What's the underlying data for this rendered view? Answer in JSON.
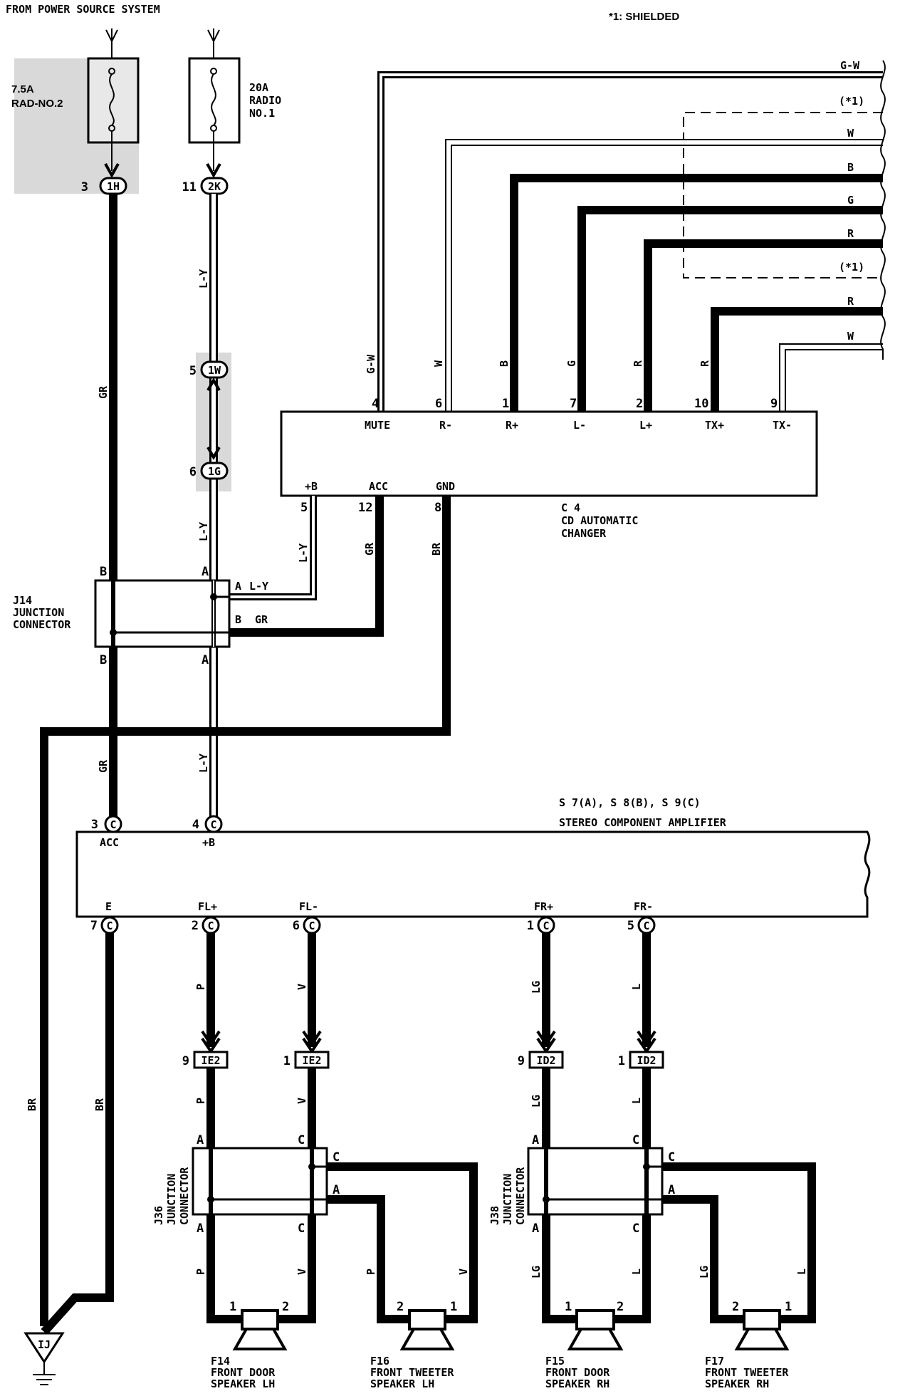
{
  "header": {
    "source": "FROM POWER SOURCE SYSTEM",
    "shielded_note": "*1: SHIELDED"
  },
  "fuses": {
    "rad2": {
      "rating": "7.5A",
      "name": "RAD-NO.2"
    },
    "radio1": {
      "rating": "20A",
      "name_line1": "RADIO",
      "name_line2": "NO.1"
    }
  },
  "connectors": {
    "1h": {
      "pin": "3",
      "id": "1H"
    },
    "2k": {
      "pin": "11",
      "id": "2K"
    },
    "1w": {
      "pin": "5",
      "id": "1W"
    },
    "1g": {
      "pin": "6",
      "id": "1G"
    }
  },
  "wires": {
    "gr": "GR",
    "ly": "L-Y",
    "br": "BR",
    "gw": "G-W",
    "w": "W",
    "b": "B",
    "g": "G",
    "r": "R",
    "p": "P",
    "v": "V",
    "lg": "LG",
    "l": "L",
    "shield": "(*1)"
  },
  "cd_changer": {
    "id": "C 4",
    "name_line1": "CD AUTOMATIC",
    "name_line2": "CHANGER",
    "top_pins": [
      {
        "num": "4",
        "name": "MUTE"
      },
      {
        "num": "6",
        "name": "R-"
      },
      {
        "num": "1",
        "name": "R+"
      },
      {
        "num": "7",
        "name": "L-"
      },
      {
        "num": "2",
        "name": "L+"
      },
      {
        "num": "10",
        "name": "TX+"
      },
      {
        "num": "9",
        "name": "TX-"
      }
    ],
    "bottom_pins": [
      {
        "num": "5",
        "name": "+B"
      },
      {
        "num": "12",
        "name": "ACC"
      },
      {
        "num": "8",
        "name": "GND"
      }
    ]
  },
  "j14": {
    "id": "J14",
    "name_line1": "JUNCTION",
    "name_line2": "CONNECTOR",
    "pin_a": "A",
    "pin_b": "B"
  },
  "amplifier": {
    "connectors": "S 7(A), S 8(B), S 9(C)",
    "name": "STEREO COMPONENT AMPLIFIER",
    "conn_letter": "C",
    "top_pins": [
      {
        "num": "3",
        "name": "ACC"
      },
      {
        "num": "4",
        "name": "+B"
      }
    ],
    "bottom_pins": [
      {
        "num": "7",
        "name": "E"
      },
      {
        "num": "2",
        "name": "FL+"
      },
      {
        "num": "6",
        "name": "FL-"
      },
      {
        "num": "1",
        "name": "FR+"
      },
      {
        "num": "5",
        "name": "FR-"
      }
    ]
  },
  "inline_connectors": [
    {
      "pin": "9",
      "id": "IE2"
    },
    {
      "pin": "1",
      "id": "IE2"
    },
    {
      "pin": "9",
      "id": "ID2"
    },
    {
      "pin": "1",
      "id": "ID2"
    }
  ],
  "j36": {
    "id": "J36",
    "name_line1": "JUNCTION",
    "name_line2": "CONNECTOR",
    "pin_a": "A",
    "pin_c": "C"
  },
  "j38": {
    "id": "J38",
    "name_line1": "JUNCTION",
    "name_line2": "CONNECTOR",
    "pin_a": "A",
    "pin_c": "C"
  },
  "speakers": [
    {
      "id": "F14",
      "line1": "FRONT DOOR",
      "line2": "SPEAKER LH",
      "pin1": "1",
      "pin2": "2"
    },
    {
      "id": "F16",
      "line1": "FRONT TWEETER",
      "line2": "SPEAKER LH",
      "pin1": "2",
      "pin2": "1"
    },
    {
      "id": "F15",
      "line1": "FRONT DOOR",
      "line2": "SPEAKER RH",
      "pin1": "1",
      "pin2": "2"
    },
    {
      "id": "F17",
      "line1": "FRONT TWEETER",
      "line2": "SPEAKER RH",
      "pin1": "2",
      "pin2": "1"
    }
  ],
  "ground": {
    "id": "IJ"
  }
}
